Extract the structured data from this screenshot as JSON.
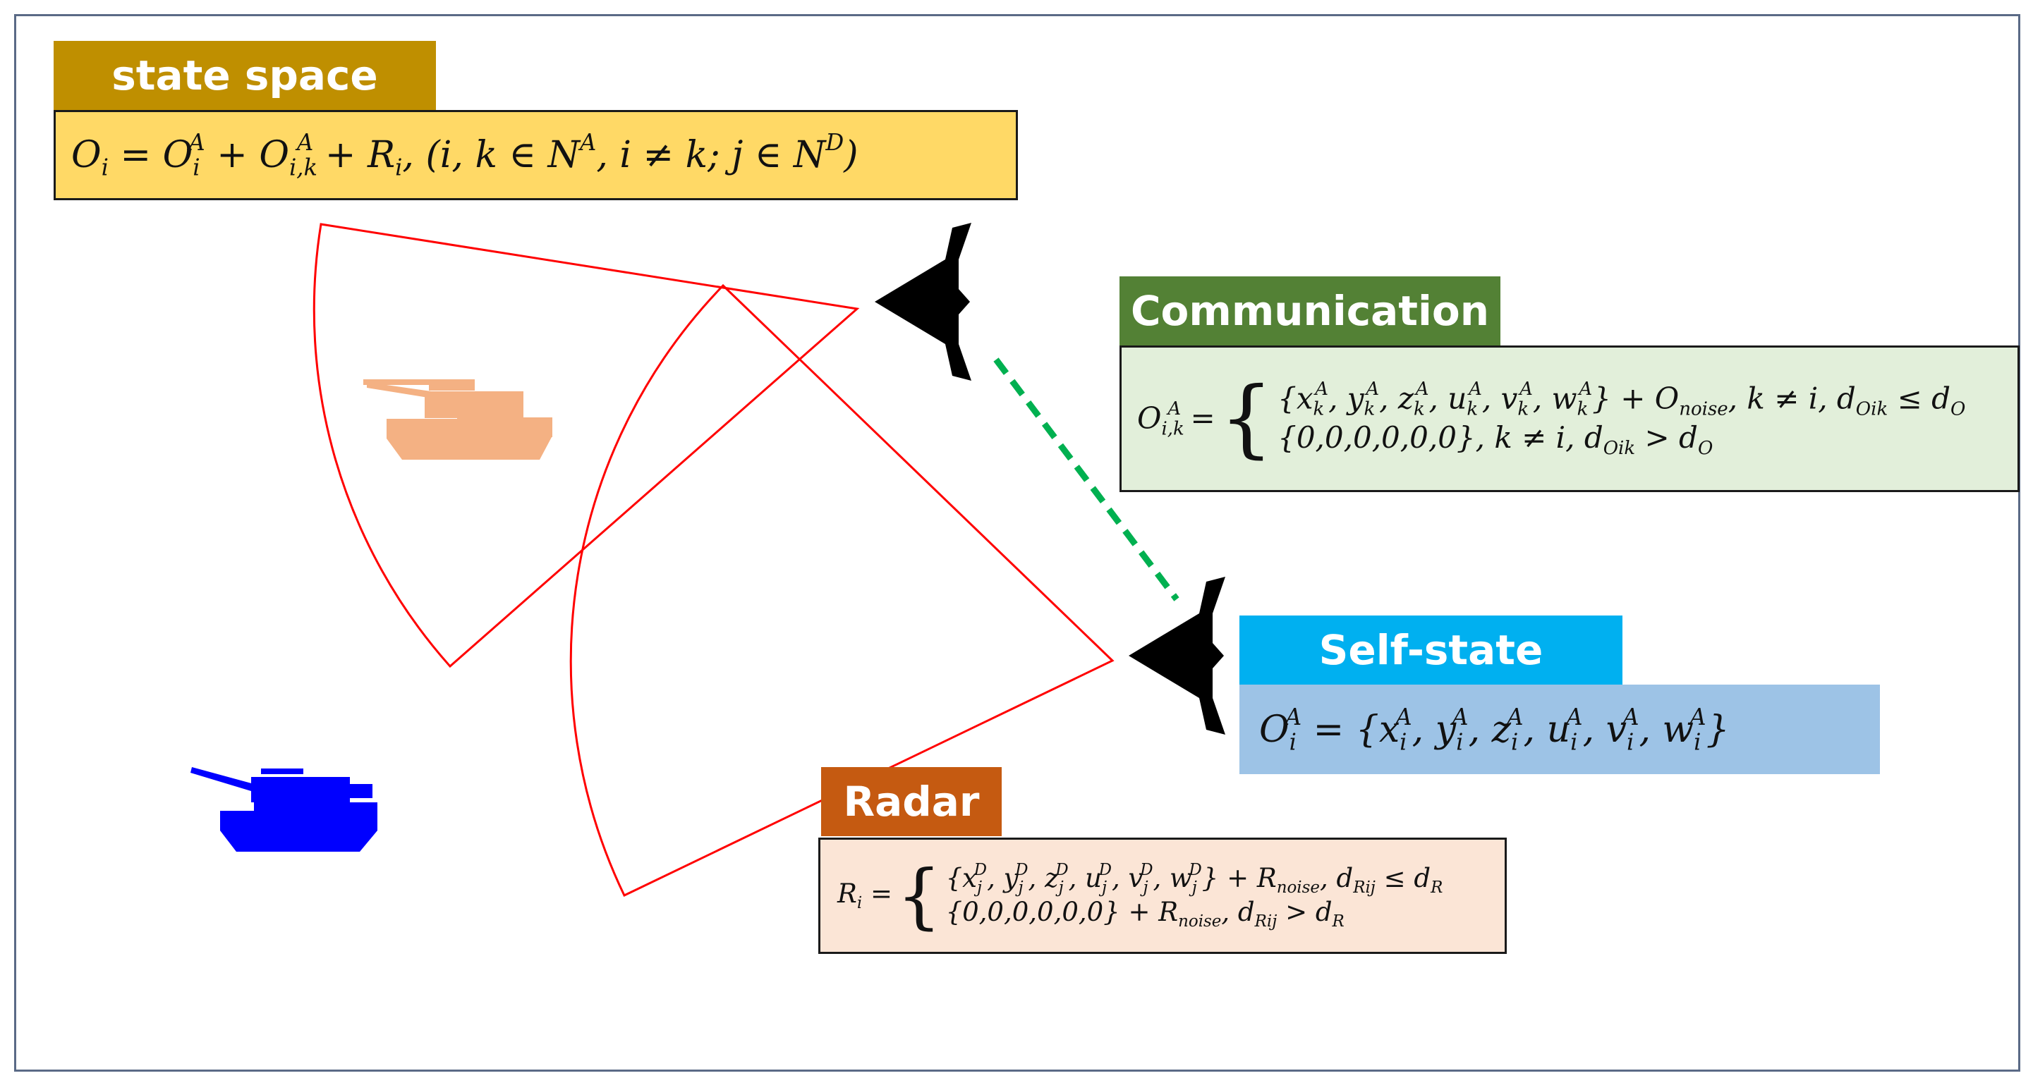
{
  "colors": {
    "frame": "#5a6a86",
    "state_header": "#bf8f00",
    "state_box": "#ffd966",
    "comm_header": "#538135",
    "comm_box": "#e2efda",
    "self_header": "#00b0f0",
    "self_box": "#9dc3e6",
    "radar_header": "#c55a11",
    "radar_box": "#fbe5d6",
    "sector": "#ff0000",
    "link": "#00b050",
    "tank_friendly": "#f4b183",
    "tank_enemy": "#0000ff",
    "uav": "#000000"
  },
  "icons": [
    "uav-top-icon",
    "uav-bottom-icon",
    "tank-orange-icon",
    "tank-blue-icon"
  ],
  "state_space": {
    "title": "state space",
    "lhs": "O",
    "formula_text": "O_i = O_i^A + O_{i,k}^A + R_i, (i, k ∈ N^A, i ≠ k; j ∈ N^D)"
  },
  "communication": {
    "title": "Communication",
    "lhs": "O_{i,k}^A =",
    "case1": "{x_k^A, y_k^A, z_k^A, u_k^A, v_k^A, w_k^A} + O_noise, k ≠ i, d_Oik ≤ d_O",
    "case2": "{0,0,0,0,0,0}, k ≠ i, d_Oik > d_O"
  },
  "self_state": {
    "title": "Self-state",
    "formula_text": "O_i^A = {x_i^A, y_i^A, z_i^A, u_i^A, v_i^A, w_i^A}"
  },
  "radar": {
    "title": "Radar",
    "lhs": "R_i =",
    "case1": "{x_j^D, y_j^D, z_j^D, u_j^D, v_j^D, w_j^D} + R_noise, d_Rij ≤ d_R",
    "case2": "{0,0,0,0,0,0} + R_noise, d_Rij > d_R"
  }
}
